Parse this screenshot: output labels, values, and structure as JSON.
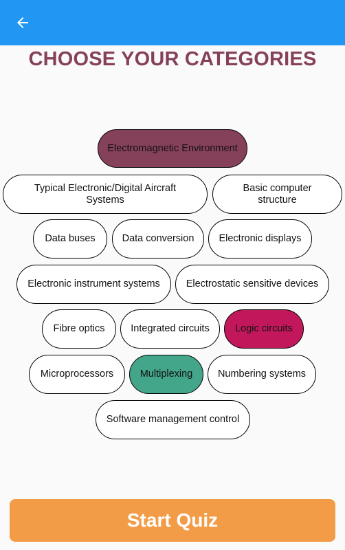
{
  "header": {
    "back_icon": "arrow-left-icon"
  },
  "title": "CHOOSE YOUR CATEGORIES",
  "categories": [
    {
      "label": "Electromagnetic Environment",
      "state": "selected",
      "color": "#86415a"
    },
    {
      "label": "Typical Electronic/Digital Aircraft Systems",
      "state": "default"
    },
    {
      "label": "Basic computer structure",
      "state": "default"
    },
    {
      "label": "Data buses",
      "state": "default"
    },
    {
      "label": "Data conversion",
      "state": "default"
    },
    {
      "label": "Electronic displays",
      "state": "default"
    },
    {
      "label": "Electronic instrument systems",
      "state": "default"
    },
    {
      "label": "Electrostatic sensitive devices",
      "state": "default"
    },
    {
      "label": "Fibre optics",
      "state": "default"
    },
    {
      "label": "Integrated circuits",
      "state": "default"
    },
    {
      "label": "Logic circuits",
      "state": "selected",
      "color": "#c2185b"
    },
    {
      "label": "Microprocessors",
      "state": "default"
    },
    {
      "label": "Multiplexing",
      "state": "selected",
      "color": "#43a58a"
    },
    {
      "label": "Numbering systems",
      "state": "default"
    },
    {
      "label": "Software management control",
      "state": "default"
    }
  ],
  "start_button": {
    "label": "Start Quiz",
    "color": "#f39c47"
  },
  "colors": {
    "appbar": "#2196f3",
    "title": "#86415a"
  }
}
